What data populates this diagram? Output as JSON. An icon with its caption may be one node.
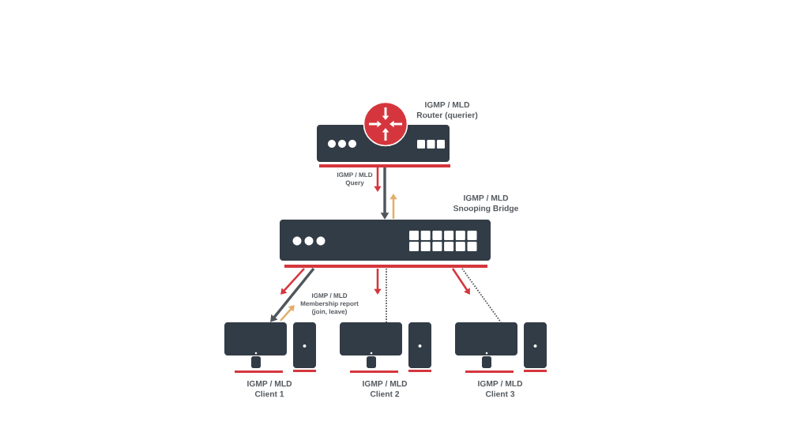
{
  "diagram": {
    "nodes": [
      {
        "text": [
          "IGMP / MLD Router (querier)"
        ]
      },
      {
        "text": [
          "IGMP / MLD Snooping Bridge"
        ]
      },
      {
        "text": [
          "IGMP / MLD Client 1"
        ]
      },
      {
        "text": [
          "IGMP / MLD Client 2"
        ]
      },
      {
        "text": [
          "IGMP / MLD Client 3"
        ]
      }
    ],
    "edges": [
      {
        "from": 0,
        "to": 1,
        "arrow": "to",
        "style": "thick"
      },
      {
        "from": 1,
        "to": 2,
        "arrow": "to",
        "style": "thick"
      },
      {
        "from": 1,
        "to": 3,
        "arrow": "none",
        "style": "dashed"
      },
      {
        "from": 1,
        "to": 4,
        "arrow": "none",
        "style": "dashed"
      }
    ],
    "labels": [
      "IGMP / MLD Query",
      "IGMP / MLD Membership report (join, leave)"
    ]
  }
}
